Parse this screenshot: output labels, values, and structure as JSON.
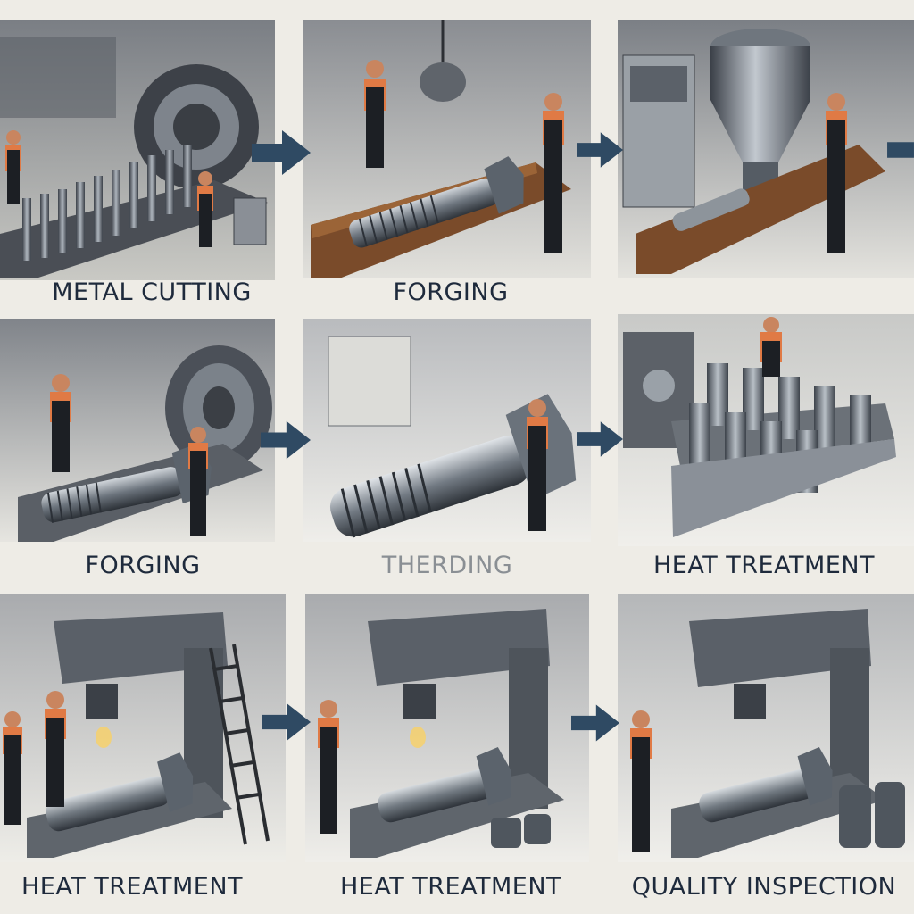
{
  "steps": [
    {
      "label": "METAL CUTTING"
    },
    {
      "label": "FORGING"
    },
    {
      "label": ""
    },
    {
      "label": "FORGING"
    },
    {
      "label": "THERDING"
    },
    {
      "label": "HEAT TREATMENT"
    },
    {
      "label": "HEAT TREATMENT"
    },
    {
      "label": "HEAT TREATMENT"
    },
    {
      "label": "QUALITY INSPECTION"
    }
  ],
  "colors": {
    "page_background": "#eeece6",
    "panel_background": "#d9d9d4",
    "arrow": "#2f4a63",
    "worker_shirt": "#e07a45",
    "worker_overalls": "#1c1f24",
    "steel": "#7d8590",
    "wood": "#7a4b2a",
    "caption_text": "#1e2a3c"
  },
  "icons": [
    "metal-rods-icon",
    "bolt-icon",
    "press-machine-icon",
    "furnace-icon",
    "lathe-icon",
    "ladder-icon",
    "nut-icon",
    "worker-icon"
  ]
}
